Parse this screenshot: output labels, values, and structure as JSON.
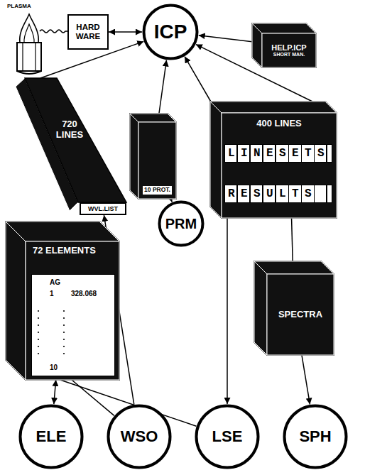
{
  "diagram": {
    "nodes": [
      {
        "text": [
          "HARD WARE"
        ]
      },
      {
        "text": [
          "ICP"
        ]
      },
      {
        "text": [
          "HELP.ICP",
          "SHORT MAN."
        ]
      },
      {
        "text": [
          "720 LINES"
        ]
      },
      {
        "text": [
          "WVL.LIST"
        ],
        "in": 3
      },
      {
        "text": [
          "10 PROT."
        ]
      },
      {
        "text": [
          "PRM"
        ]
      },
      {
        "text": [
          "400 LINES"
        ]
      },
      {
        "text": [
          "LINESETS"
        ],
        "in": 7
      },
      {
        "text": [
          "RESULTS"
        ],
        "in": 7
      },
      {
        "text": [
          "72 ELEMENTS"
        ]
      },
      {
        "text": [
          "AG",
          "1",
          "328.068",
          "10"
        ],
        "in": 10
      },
      {
        "text": [
          "SPECTRA"
        ]
      },
      {
        "text": [
          "ELE"
        ]
      },
      {
        "text": [
          "WSO"
        ]
      },
      {
        "text": [
          "LSE"
        ]
      },
      {
        "text": [
          "SPH"
        ]
      }
    ],
    "edges": [
      {
        "from": 0,
        "to": 1,
        "arrow": "both"
      },
      {
        "from": 2,
        "to": 1,
        "arrow": "to"
      },
      {
        "from": 3,
        "to": 1,
        "arrow": "to"
      },
      {
        "from": 5,
        "to": 1,
        "arrow": "to"
      },
      {
        "from": 5,
        "to": 6,
        "arrow": "to"
      },
      {
        "from": 7,
        "to": 1,
        "arrow": "to"
      },
      {
        "from": 7,
        "to": 1,
        "arrow": "to"
      },
      {
        "from": 13,
        "to": 10,
        "arrow": "both"
      },
      {
        "from": 11,
        "to": 14,
        "arrow": "none"
      },
      {
        "from": 11,
        "to": 15,
        "arrow": "none"
      },
      {
        "from": 14,
        "to": 4,
        "arrow": "to"
      },
      {
        "from": 9,
        "to": 15,
        "arrow": "to"
      },
      {
        "from": 9,
        "to": 12,
        "arrow": "none"
      },
      {
        "from": 12,
        "to": 16,
        "arrow": "to"
      }
    ],
    "labels": [
      "PLASMA"
    ]
  }
}
